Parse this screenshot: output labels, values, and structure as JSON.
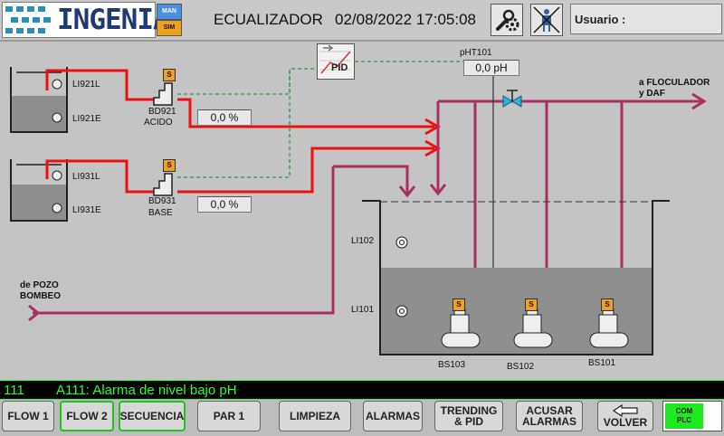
{
  "header": {
    "logo_text": "INGENIA",
    "man_label": "MAN",
    "sim_label": "SIM",
    "title": "ECUALIZADOR",
    "datetime": "02/08/2022 17:05:08",
    "user_label": "Usuario :"
  },
  "process": {
    "tank1": {
      "level_high": "LI921L",
      "level_low": "LI921E"
    },
    "tank2": {
      "level_high": "LI931L",
      "level_low": "LI931E"
    },
    "pump1": {
      "tag": "BD921",
      "name": "ACIDO",
      "value": "0,0 %",
      "s_badge": "S"
    },
    "pump2": {
      "tag": "BD931",
      "name": "BASE",
      "value": "0,0 %",
      "s_badge": "S"
    },
    "pid_label": "PID",
    "ph": {
      "tag": "pHT101",
      "value": "0,0 pH"
    },
    "outlet_label_line1": "a FLOCULADOR",
    "outlet_label_line2": "y DAF",
    "inlet_label_line1": "de POZO",
    "inlet_label_line2": "BOMBEO",
    "main_tank": {
      "level_high": "LI102",
      "level_low": "LI101"
    },
    "blowers": [
      {
        "tag": "BS103",
        "s_badge": "S"
      },
      {
        "tag": "BS102",
        "s_badge": "S"
      },
      {
        "tag": "BS101",
        "s_badge": "S"
      }
    ]
  },
  "alarm": {
    "code": "111",
    "message": "A111: Alarma de nivel bajo pH"
  },
  "nav": {
    "flow1": "FLOW 1",
    "flow2": "FLOW 2",
    "secuencia": "SECUENCIA",
    "par1": "PAR 1",
    "limpieza": "LIMPIEZA",
    "alarmas": "ALARMAS",
    "trending": "TRENDING\n& PID",
    "acusar": "ACUSAR\nALARMAS",
    "volver": "VOLVER",
    "com_plc": "COM\nPLC"
  },
  "colors": {
    "pipe_red": "#ee1111",
    "pipe_magenta": "#a8305e",
    "signal_green": "#2a9a4a",
    "alarm_green": "#2aff2a",
    "com_ok": "#1ee81e"
  }
}
